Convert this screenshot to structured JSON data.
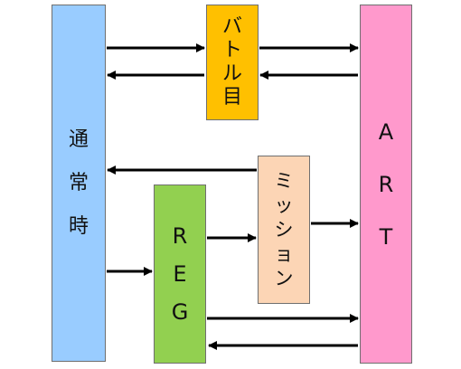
{
  "nodes": {
    "normal": {
      "label": "通常時",
      "fill": "#99ccff"
    },
    "battle": {
      "label": "バトル目",
      "fill": "#ffc000"
    },
    "art": {
      "label": "ART",
      "fill": "#ff99cc"
    },
    "mission": {
      "label": "ミッション",
      "fill": "#fcd5b5"
    },
    "reg": {
      "label": "REG",
      "fill": "#92d050"
    }
  },
  "arrow_color": "#000000"
}
